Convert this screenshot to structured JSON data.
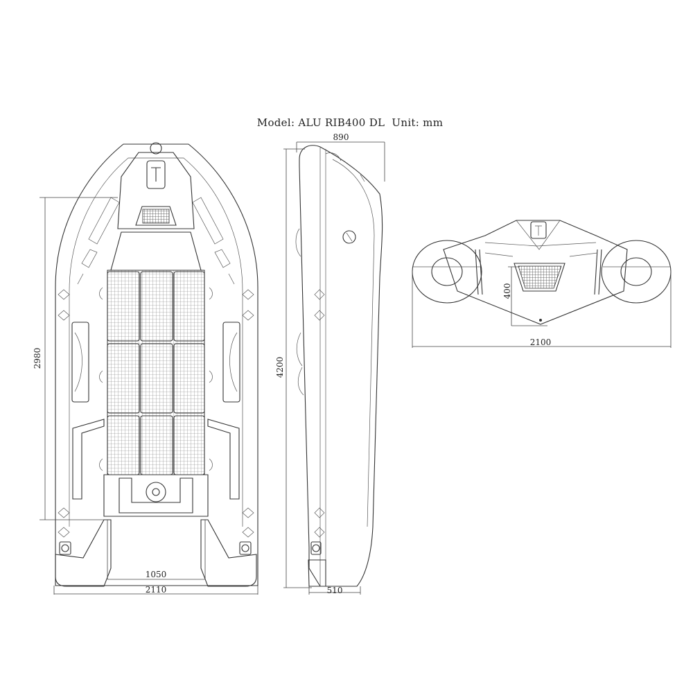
{
  "title": "Model: ALU RIB400 DL  Unit: mm",
  "top_view": {
    "hull_length": "2980",
    "transom_width": "1050",
    "overall_width": "2110"
  },
  "side_view": {
    "overall_length": "4200",
    "height": "890",
    "transom_depth": "510"
  },
  "rear_view": {
    "beam": "2100",
    "draft": "400"
  }
}
